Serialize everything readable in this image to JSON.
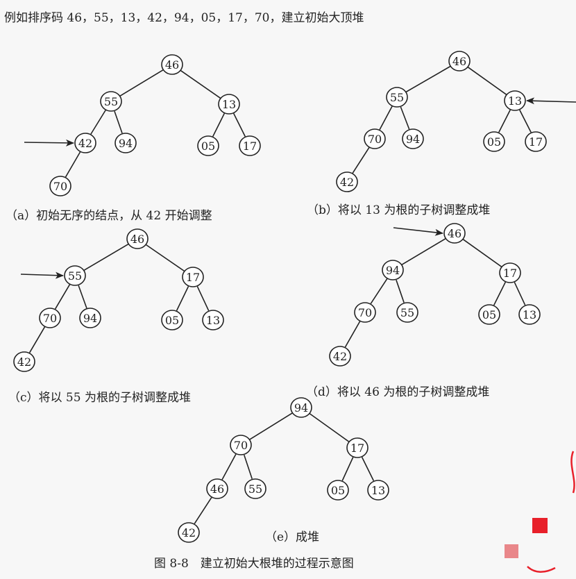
{
  "intro_text": "例如排序码 46，55，13，42，94，05，17，70，建立初始大顶堆",
  "figure_caption": "图 8-8　建立初始大根堆的过程示意图",
  "panels": [
    {
      "id": "a",
      "caption": "（a）初始无序的结点，从 42 开始调整",
      "nodes": [
        "46",
        "55",
        "13",
        "42",
        "94",
        "05",
        "17",
        "70"
      ],
      "arrow_target": 3
    },
    {
      "id": "b",
      "caption": "（b）将以 13 为根的子树调整成堆",
      "nodes": [
        "46",
        "55",
        "13",
        "70",
        "94",
        "05",
        "17",
        "42"
      ],
      "arrow_target": 2
    },
    {
      "id": "c",
      "caption": "（c）将以 55 为根的子树调整成堆",
      "nodes": [
        "46",
        "55",
        "17",
        "70",
        "94",
        "05",
        "13",
        "42"
      ],
      "arrow_target": 1
    },
    {
      "id": "d",
      "caption": "（d）将以 46 为根的子树调整成堆",
      "nodes": [
        "46",
        "94",
        "17",
        "70",
        "55",
        "05",
        "13",
        "42"
      ],
      "arrow_target": 0
    },
    {
      "id": "e",
      "caption": "（e）成堆",
      "nodes": [
        "94",
        "70",
        "17",
        "46",
        "55",
        "05",
        "13",
        "42"
      ],
      "arrow_target": null
    }
  ],
  "colors": {
    "text": "#222222",
    "background": "#f7f7f7",
    "deco_red": "#e8202a",
    "deco_pink": "#e9878a"
  }
}
